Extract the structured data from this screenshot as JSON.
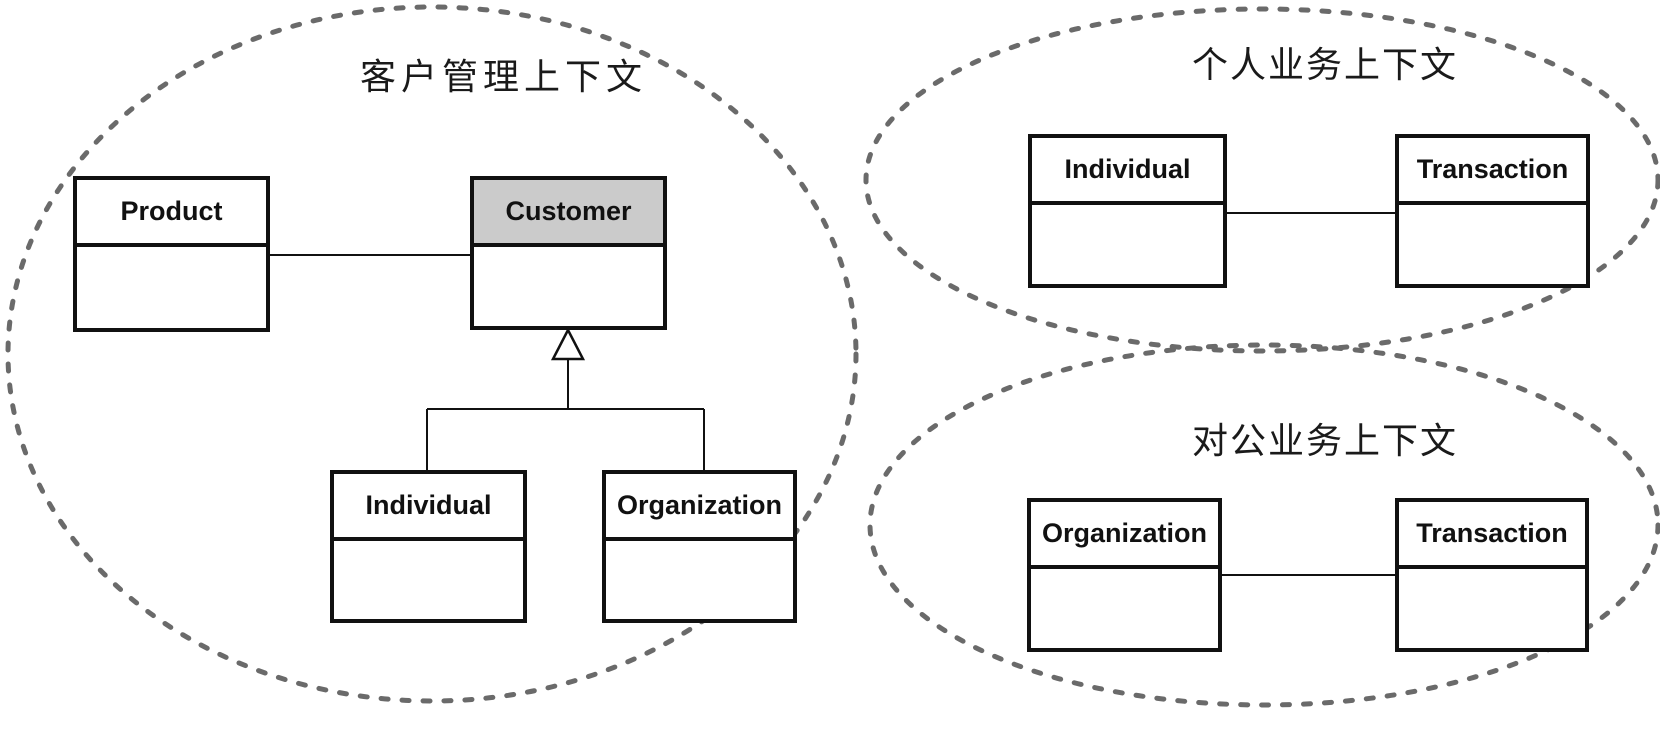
{
  "diagram": {
    "kind": "ddd-bounded-contexts",
    "colors": {
      "box_border": "#111111",
      "context_boundary": "#6a6a6a",
      "shaded_header": "#cbcbcb",
      "background": "#ffffff"
    },
    "contexts": [
      {
        "title": "客户管理上下文",
        "classes": [
          {
            "name": "Product",
            "shaded": false
          },
          {
            "name": "Customer",
            "shaded": true
          },
          {
            "name": "Individual",
            "shaded": false
          },
          {
            "name": "Organization",
            "shaded": false
          }
        ],
        "relations": [
          {
            "type": "association",
            "from": "Product",
            "to": "Customer"
          },
          {
            "type": "generalization",
            "from": "Individual",
            "to": "Customer"
          },
          {
            "type": "generalization",
            "from": "Organization",
            "to": "Customer"
          }
        ]
      },
      {
        "title": "个人业务上下文",
        "classes": [
          {
            "name": "Individual",
            "shaded": false
          },
          {
            "name": "Transaction",
            "shaded": false
          }
        ],
        "relations": [
          {
            "type": "association",
            "from": "Individual",
            "to": "Transaction"
          }
        ]
      },
      {
        "title": "对公业务上下文",
        "classes": [
          {
            "name": "Organization",
            "shaded": false
          },
          {
            "name": "Transaction",
            "shaded": false
          }
        ],
        "relations": [
          {
            "type": "association",
            "from": "Organization",
            "to": "Transaction"
          }
        ]
      }
    ]
  }
}
